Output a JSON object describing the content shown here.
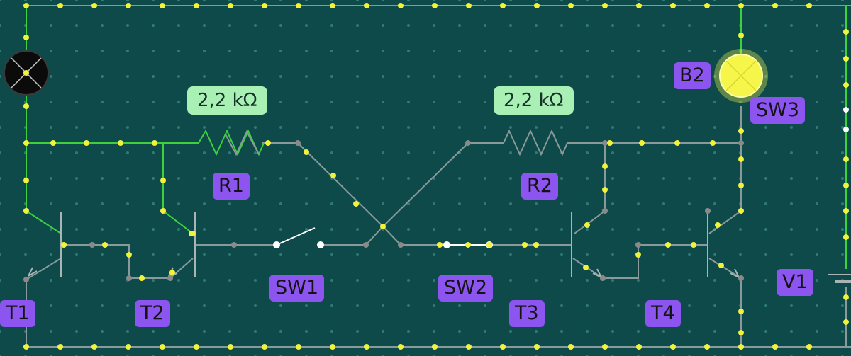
{
  "labels": {
    "r1": "R1",
    "r2": "R2",
    "r1_value": "2,2 kΩ",
    "r2_value": "2,2 kΩ",
    "sw1": "SW1",
    "sw2": "SW2",
    "sw3": "SW3",
    "t1": "T1",
    "t2": "T2",
    "t3": "T3",
    "t4": "T4",
    "b2": "B2",
    "v1": "V1"
  },
  "colors": {
    "background": "#0e4a4a",
    "wire_active": "#3dd13d",
    "wire_inactive": "#8a9a9a",
    "node": "#f2f23a",
    "label_bg": "#8c55f0",
    "value_bg": "#a8f0b4",
    "lamp_on": "#f6f64a"
  },
  "icons": {
    "bulb_off": "lamp-off-icon",
    "bulb_on": "lamp-on-icon",
    "resistor": "resistor-icon",
    "transistor": "npn-transistor-icon",
    "switch": "switch-icon",
    "battery": "battery-icon"
  }
}
